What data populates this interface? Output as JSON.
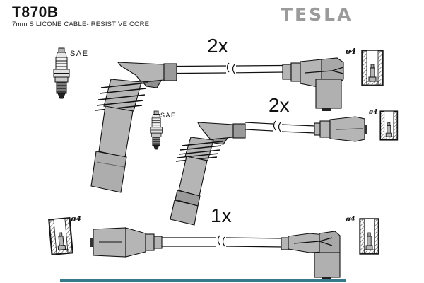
{
  "header": {
    "part_number": "T870B",
    "subtitle": "7mm SILICONE CABLE- RESISTIVE CORE",
    "brand": "TESLA"
  },
  "diagram": {
    "rows": [
      {
        "qty": "2x",
        "plug_label": "SAE",
        "terminal_label": "ø4"
      },
      {
        "qty": "2x",
        "plug_label": "SAE",
        "terminal_label": "ø4"
      },
      {
        "qty": "1x",
        "terminal_label_left": "ø4",
        "terminal_label_right": "ø4"
      }
    ]
  },
  "colors": {
    "accent_bar": "#36798B",
    "brand_gray": "#9B9B9B",
    "connector_gray": "#B5B5B5",
    "connector_dark": "#9A9A9A",
    "outline": "#111111"
  }
}
